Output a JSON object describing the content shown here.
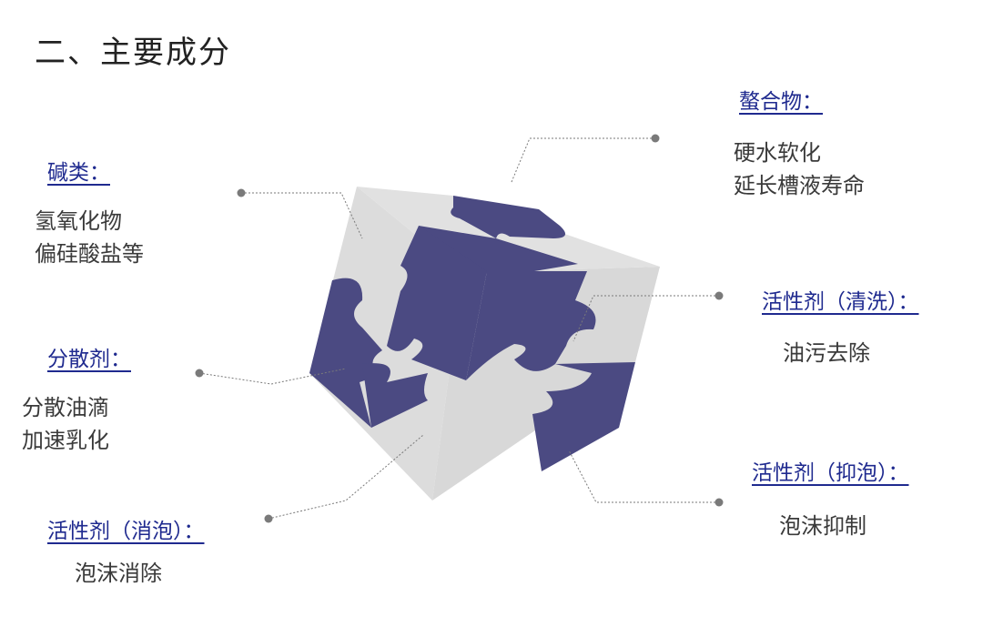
{
  "title": "二、主要成分",
  "colors": {
    "accent": "#4b4a82",
    "light": "#dcdcdc",
    "heading": "#1f2a8f",
    "connector": "#7a7a7a"
  },
  "groups": {
    "alkali": {
      "heading": "碱类：",
      "lines": [
        "氢氧化物",
        "偏硅酸盐等"
      ]
    },
    "dispersant": {
      "heading": "分散剂：",
      "lines": [
        "分散油滴",
        "加速乳化"
      ]
    },
    "defoam": {
      "heading": "活性剂（消泡）：",
      "lines": [
        "泡沫消除"
      ]
    },
    "chelate": {
      "heading": "螯合物：",
      "lines": [
        "硬水软化",
        "延长槽液寿命"
      ]
    },
    "clean": {
      "heading": "活性剂（清洗）：",
      "lines": [
        "油污去除"
      ]
    },
    "suppress": {
      "heading": "活性剂（抑泡）：",
      "lines": [
        "泡沫抑制"
      ]
    }
  }
}
